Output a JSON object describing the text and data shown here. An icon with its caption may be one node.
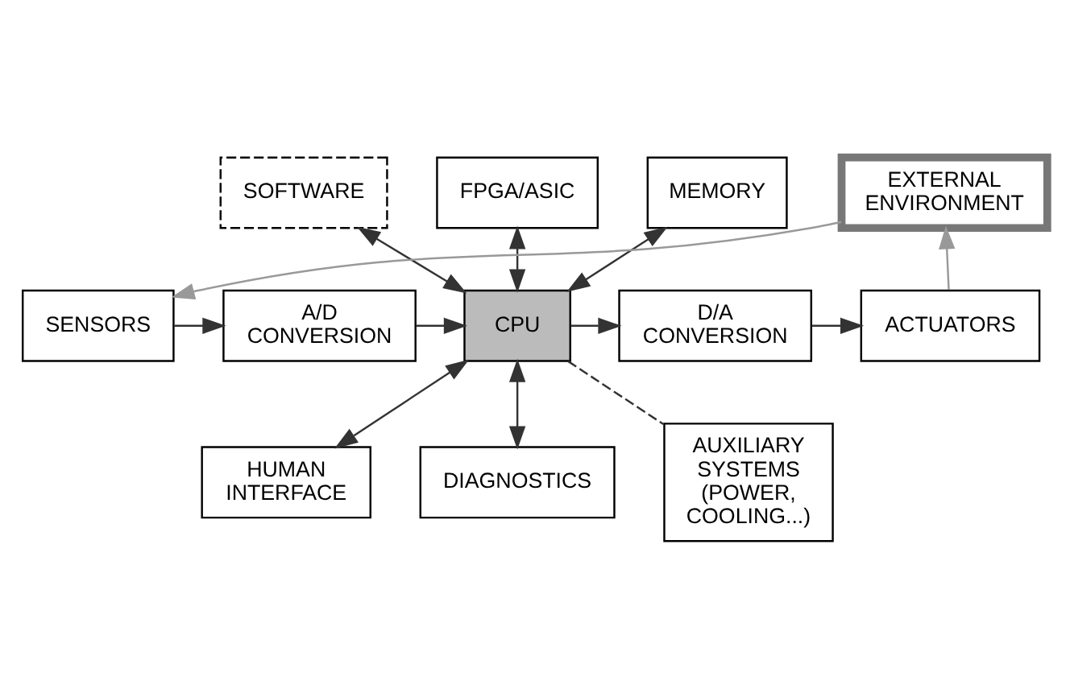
{
  "diagram": {
    "nodes": [
      {
        "text": [
          "SOFTWARE"
        ]
      },
      {
        "text": [
          "FPGA/ASIC"
        ]
      },
      {
        "text": [
          "MEMORY"
        ]
      },
      {
        "text": [
          "SENSORS"
        ]
      },
      {
        "text": [
          "A/D CONVERSION"
        ]
      },
      {
        "text": [
          "CPU"
        ]
      },
      {
        "text": [
          "D/A CONVERSION"
        ]
      },
      {
        "text": [
          "ACTUATORS"
        ]
      },
      {
        "text": [
          "HUMAN INTERFACE"
        ]
      },
      {
        "text": [
          "DIAGNOSTICS"
        ]
      },
      {
        "text": [
          "AUXILIARY SYSTEMS (POWER, COOLING...)"
        ]
      },
      {
        "text": [
          "EXTERNAL ENVIRONMENT"
        ]
      }
    ],
    "edges": [
      {
        "from": 3,
        "to": 4,
        "arrow": "to"
      },
      {
        "from": 4,
        "to": 5,
        "arrow": "to"
      },
      {
        "from": 5,
        "to": 6,
        "arrow": "to"
      },
      {
        "from": 6,
        "to": 7,
        "arrow": "to"
      },
      {
        "from": 0,
        "to": 5,
        "arrow": "both"
      },
      {
        "from": 1,
        "to": 5,
        "arrow": "both"
      },
      {
        "from": 2,
        "to": 5,
        "arrow": "both"
      },
      {
        "from": 8,
        "to": 5,
        "arrow": "both"
      },
      {
        "from": 9,
        "to": 5,
        "arrow": "both"
      },
      {
        "from": 5,
        "to": 10,
        "arrow": "none",
        "style": "dashed"
      },
      {
        "from": 7,
        "to": 11,
        "arrow": "to",
        "color": "#999999"
      },
      {
        "from": 11,
        "to": 3,
        "arrow": "to",
        "color": "#999999"
      }
    ]
  }
}
